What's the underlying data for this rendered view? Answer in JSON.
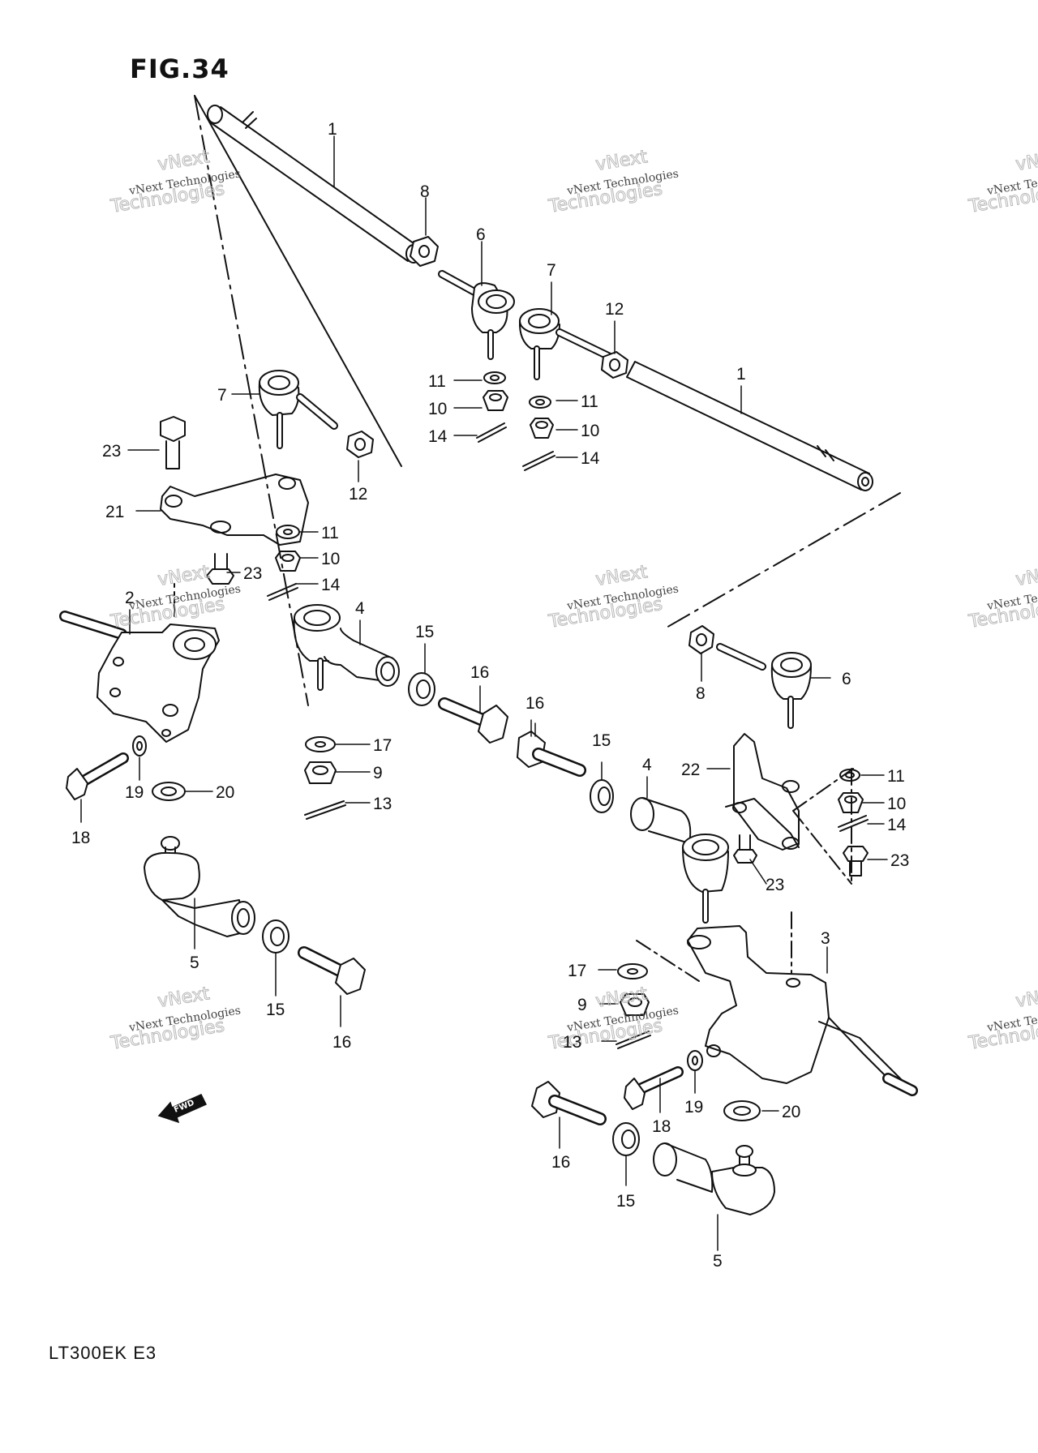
{
  "figure": {
    "title": "FIG.34",
    "footer_code": "LT300EK  E3",
    "forward_label": "FWD"
  },
  "watermark": {
    "line1": "vNext Technologies",
    "line2": "vNext",
    "line3": "Technologies"
  },
  "callouts": [
    {
      "id": "c1a",
      "label": "1"
    },
    {
      "id": "c8a",
      "label": "8"
    },
    {
      "id": "c6a",
      "label": "6"
    },
    {
      "id": "c7a",
      "label": "7"
    },
    {
      "id": "c12a",
      "label": "12"
    },
    {
      "id": "c1b",
      "label": "1"
    },
    {
      "id": "c11a",
      "label": "11"
    },
    {
      "id": "c10a",
      "label": "10"
    },
    {
      "id": "c14a",
      "label": "14"
    },
    {
      "id": "c11b",
      "label": "11"
    },
    {
      "id": "c10b",
      "label": "10"
    },
    {
      "id": "c14b",
      "label": "14"
    },
    {
      "id": "c7b",
      "label": "7"
    },
    {
      "id": "c23a",
      "label": "23"
    },
    {
      "id": "c12b",
      "label": "12"
    },
    {
      "id": "c21",
      "label": "21"
    },
    {
      "id": "c11c",
      "label": "11"
    },
    {
      "id": "c10c",
      "label": "10"
    },
    {
      "id": "c23b",
      "label": "23"
    },
    {
      "id": "c14c",
      "label": "14"
    },
    {
      "id": "c2",
      "label": "2"
    },
    {
      "id": "c4a",
      "label": "4"
    },
    {
      "id": "c15a",
      "label": "15"
    },
    {
      "id": "c16a",
      "label": "16"
    },
    {
      "id": "c8b",
      "label": "8"
    },
    {
      "id": "c6b",
      "label": "6"
    },
    {
      "id": "c17a",
      "label": "17"
    },
    {
      "id": "c9a",
      "label": "9"
    },
    {
      "id": "c13a",
      "label": "13"
    },
    {
      "id": "c19a",
      "label": "19"
    },
    {
      "id": "c20a",
      "label": "20"
    },
    {
      "id": "c18a",
      "label": "18"
    },
    {
      "id": "c16b",
      "label": "16"
    },
    {
      "id": "c15b",
      "label": "15"
    },
    {
      "id": "c4b",
      "label": "4"
    },
    {
      "id": "c22",
      "label": "22"
    },
    {
      "id": "c11d",
      "label": "11"
    },
    {
      "id": "c10d",
      "label": "10"
    },
    {
      "id": "c14d",
      "label": "14"
    },
    {
      "id": "c23c",
      "label": "23"
    },
    {
      "id": "c23d",
      "label": "23"
    },
    {
      "id": "c5a",
      "label": "5"
    },
    {
      "id": "c15c",
      "label": "15"
    },
    {
      "id": "c16c",
      "label": "16"
    },
    {
      "id": "c3",
      "label": "3"
    },
    {
      "id": "c17b",
      "label": "17"
    },
    {
      "id": "c9b",
      "label": "9"
    },
    {
      "id": "c13b",
      "label": "13"
    },
    {
      "id": "c19b",
      "label": "19"
    },
    {
      "id": "c20b",
      "label": "20"
    },
    {
      "id": "c18b",
      "label": "18"
    },
    {
      "id": "c16d",
      "label": "16"
    },
    {
      "id": "c15d",
      "label": "15"
    },
    {
      "id": "c5b",
      "label": "5"
    }
  ]
}
